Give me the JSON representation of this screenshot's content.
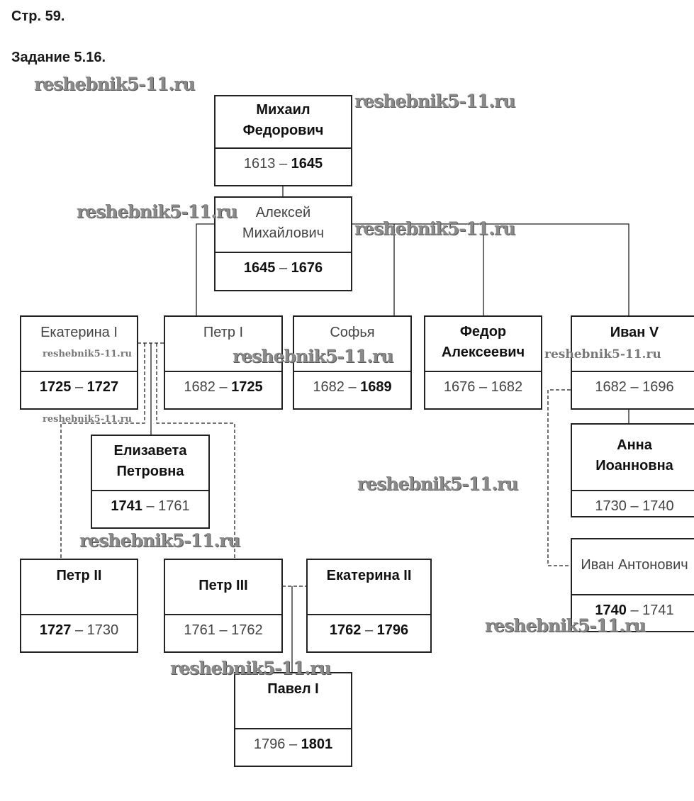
{
  "header": {
    "page": "Стр. 59.",
    "task": "Задание 5.16."
  },
  "watermark": "reshebnik5-11.ru",
  "people": {
    "mikhail": {
      "name": "Михаил Федорович",
      "start": "1613",
      "end": "1645",
      "start_bold": false,
      "end_bold": true,
      "name_bold": true
    },
    "alexei": {
      "name": "Алексей Михайлович",
      "start": "1645",
      "end": "1676",
      "start_bold": true,
      "end_bold": true,
      "name_bold": false
    },
    "ekaterina1": {
      "name": "Екатерина I",
      "start": "1725",
      "end": "1727",
      "start_bold": true,
      "end_bold": true,
      "name_bold": false
    },
    "petr1": {
      "name": "Петр I",
      "start": "1682",
      "end": "1725",
      "start_bold": false,
      "end_bold": true,
      "name_bold": false
    },
    "sofya": {
      "name": "Софья",
      "start": "1682",
      "end": "1689",
      "start_bold": false,
      "end_bold": true,
      "name_bold": false
    },
    "fedor": {
      "name": "Федор Алексеевич",
      "start": "1676",
      "end": "1682",
      "start_bold": false,
      "end_bold": false,
      "name_bold": true
    },
    "ivan5": {
      "name": "Иван V",
      "start": "1682",
      "end": "1696",
      "start_bold": false,
      "end_bold": false,
      "name_bold": true
    },
    "anna": {
      "name": "Анна Иоанновна",
      "start": "1730",
      "end": "1740",
      "start_bold": false,
      "end_bold": false,
      "name_bold": true
    },
    "elizaveta": {
      "name": "Елизавета Петровна",
      "start": "1741",
      "end": "1761",
      "start_bold": true,
      "end_bold": false,
      "name_bold": true
    },
    "ivan6": {
      "name": "Иван Антонович",
      "start": "1740",
      "end": "1741",
      "start_bold": true,
      "end_bold": false,
      "name_bold": false
    },
    "petr2": {
      "name": "Петр II",
      "start": "1727",
      "end": "1730",
      "start_bold": true,
      "end_bold": false,
      "name_bold": true
    },
    "petr3": {
      "name": "Петр III",
      "start": "1761",
      "end": "1762",
      "start_bold": false,
      "end_bold": false,
      "name_bold": true
    },
    "ekaterina2": {
      "name": "Екатерина II",
      "start": "1762",
      "end": "1796",
      "start_bold": true,
      "end_bold": true,
      "name_bold": true
    },
    "pavel": {
      "name": "Павел I",
      "start": "1796",
      "end": "1801",
      "start_bold": false,
      "end_bold": true,
      "name_bold": true
    }
  },
  "dash": "–"
}
